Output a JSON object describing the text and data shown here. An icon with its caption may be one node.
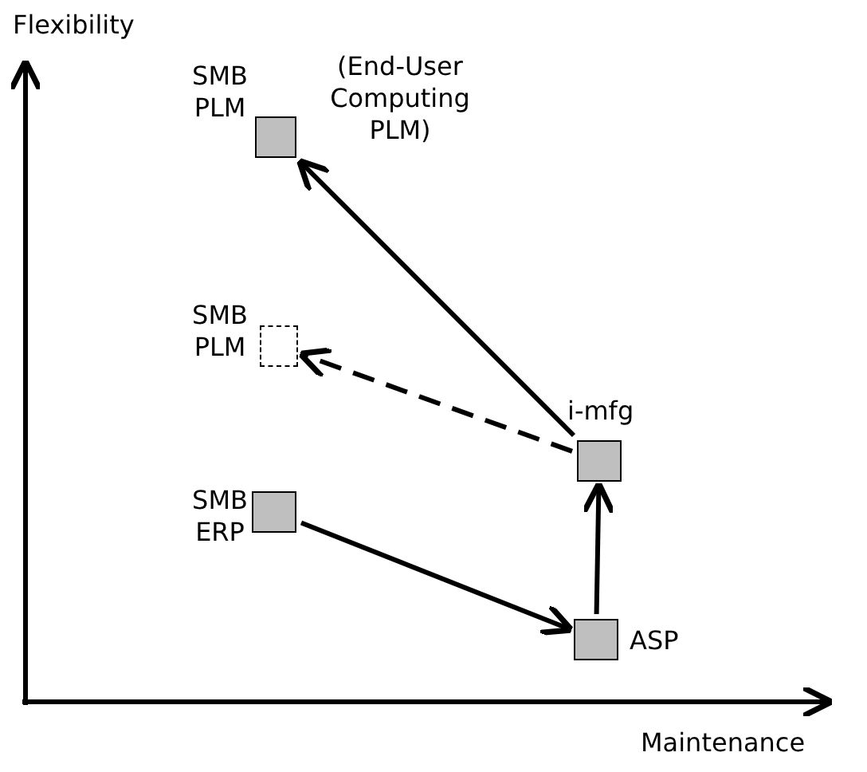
{
  "diagram": {
    "nodes": [
      {
        "text": [],
        "shape": "box",
        "beside": [
          "SMB PLM",
          "(End-User Computing PLM)"
        ]
      },
      {
        "text": [],
        "shape": "box",
        "beside": [
          "SMB PLM"
        ]
      },
      {
        "text": [],
        "shape": "box",
        "beside": [
          "i-mfg"
        ]
      },
      {
        "text": [],
        "shape": "box",
        "beside": [
          "SMB ERP"
        ]
      },
      {
        "text": [],
        "shape": "box",
        "beside": [
          "ASP"
        ]
      }
    ],
    "edges": [
      {
        "from": 3,
        "to": 4,
        "arrow": "to"
      },
      {
        "from": 4,
        "to": 2,
        "arrow": "to"
      },
      {
        "from": 2,
        "to": 0,
        "arrow": "to"
      },
      {
        "from": 2,
        "to": 1,
        "arrow": "to",
        "style": "dashed"
      }
    ],
    "labels": [
      "Flexibility",
      "Maintenance"
    ]
  }
}
